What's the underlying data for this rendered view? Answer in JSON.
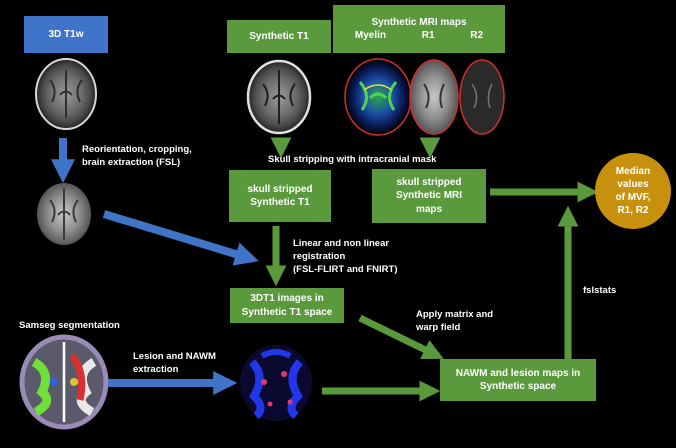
{
  "boxes": {
    "t1w": "3D T1w",
    "synthetic_t1": "Synthetic T1",
    "synthetic_maps_title": "Synthetic MRI maps",
    "map_myelin": "Myelin",
    "map_r1": "R1",
    "map_r2": "R2",
    "ss_synthetic_t1": "skull stripped\nSynthetic T1",
    "ss_synthetic_maps": "skull stripped\nSynthetic MRI\nmaps",
    "t1_in_synth_space": "3DT1 images in\nSynthetic T1 space",
    "nawm_lesion_maps": "NAWM and lesion maps in\nSynthetic space",
    "median_values": "Median\nvalues\nof MVF,\nR1, R2"
  },
  "labels": {
    "reorientation": "Reorientation, cropping,\nbrain extraction (FSL)",
    "skull_stripping": "Skull stripping with intracranial mask",
    "registration": "Linear and non linear\nregistration\n(FSL-FLIRT and FNIRT)",
    "samseg": "Samseg segmentation",
    "lesion_extraction": "Lesion and NAWM\nextraction",
    "apply_matrix": "Apply matrix and\nwarp field",
    "fslstats": "fslstats"
  },
  "colors": {
    "green": "#5a9a3d",
    "blue": "#3f74c9",
    "gold": "#c8910d"
  }
}
